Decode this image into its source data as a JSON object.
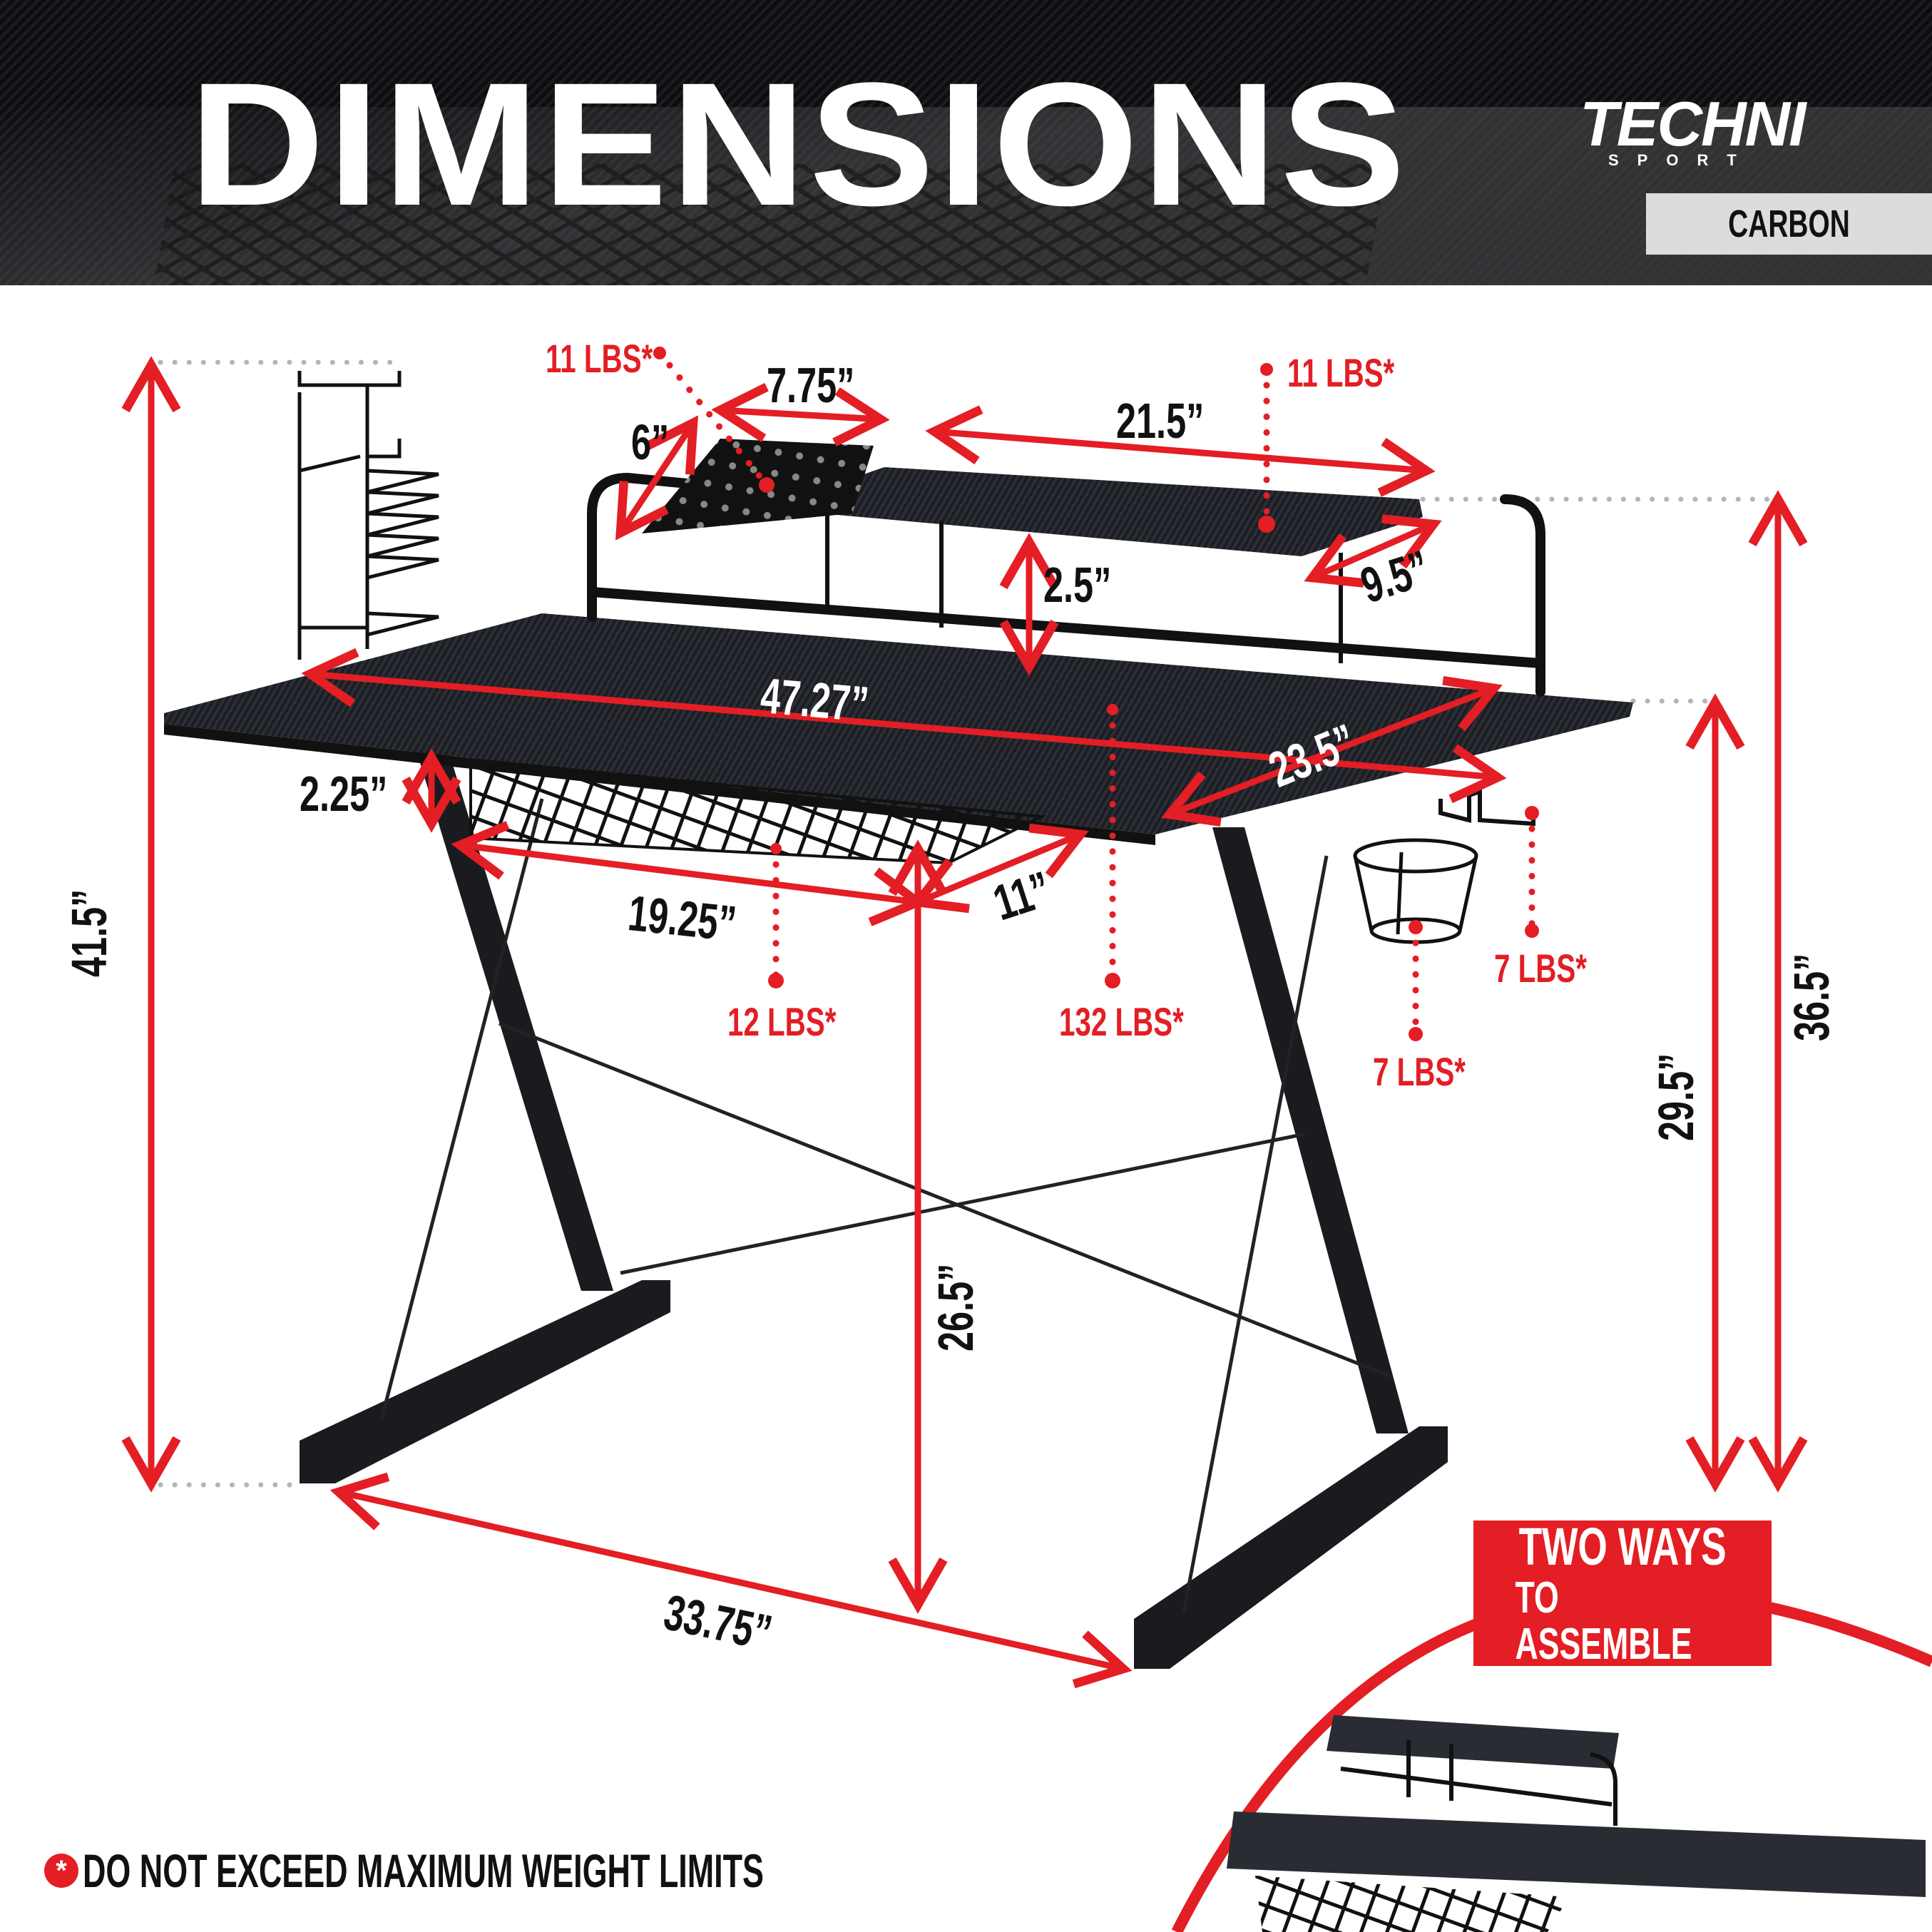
{
  "header": {
    "title": "DIMENSIONS",
    "brand": {
      "name": "TECHNI",
      "tagline": "SPORT"
    },
    "variant_label": "CARBON"
  },
  "colors": {
    "accent_red": "#e31e24",
    "dimension_text": "#111111",
    "guide_dots": "#b5b5b5",
    "header_bg": "#151619",
    "variant_bg": "#dcdcdc"
  },
  "dimensions": {
    "total_height": "41.5”",
    "shelf_height": "36.5”",
    "desk_height": "29.5”",
    "under_clearance": "26.5”",
    "desk_width": "47.27”",
    "desk_depth": "23.5”",
    "leg_span": "33.75”",
    "monitor_shelf_width": "21.5”",
    "monitor_shelf_depth": "9.5”",
    "monitor_shelf_clearance": "2.5”",
    "tablet_shelf_width": "7.75”",
    "tablet_shelf_depth": "6”",
    "basket_width": "19.25”",
    "basket_depth": "11”",
    "basket_height": "2.25”"
  },
  "weight_limits": {
    "tablet_shelf": "11 LBS*",
    "monitor_shelf": "11 LBS*",
    "basket": "12 LBS*",
    "desktop": "132 LBS*",
    "cup_holder": "7 LBS*",
    "headphone_hook": "7 LBS*"
  },
  "callout": {
    "line1": "TWO WAYS",
    "line2": "TO ASSEMBLE"
  },
  "footer": {
    "icon": "*",
    "note": "DO NOT EXCEED MAXIMUM WEIGHT LIMITS"
  }
}
